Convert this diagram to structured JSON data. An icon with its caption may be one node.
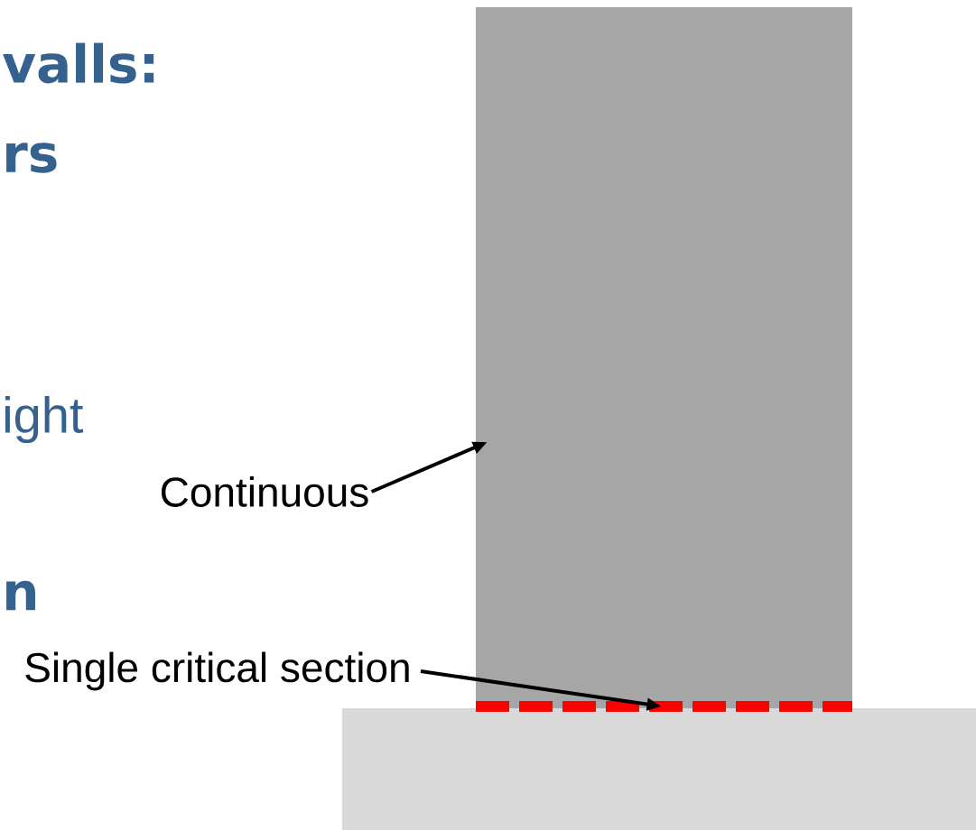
{
  "diagram": {
    "nodes": [
      {
        "text": [
          "Continuous"
        ]
      },
      {
        "text": [],
        "shape": "box"
      },
      {
        "text": [
          "Single critical section"
        ]
      },
      {
        "text": [],
        "shape": "bar"
      },
      {
        "text": [],
        "shape": "box"
      }
    ],
    "edges": [
      {
        "from": 0,
        "to": 1,
        "arrow": "to"
      },
      {
        "from": 2,
        "to": 3,
        "arrow": "to"
      }
    ],
    "labels": [
      "valls:",
      "rs",
      "ight",
      "n"
    ]
  }
}
